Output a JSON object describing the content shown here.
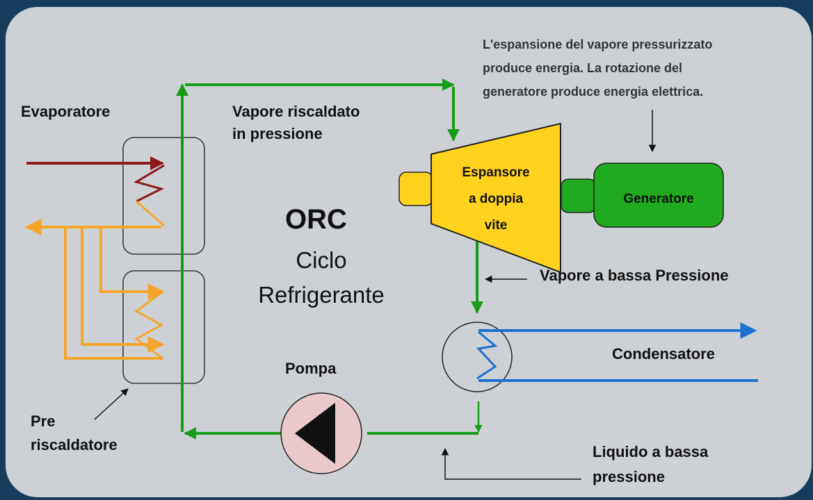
{
  "labels": {
    "evaporator": "Evaporatore",
    "preheater_line1": "Pre",
    "preheater_line2": "riscaldatore",
    "hot_vapor_line1": "Vapore riscaldato",
    "hot_vapor_line2": "in pressione",
    "orc_title": "ORC",
    "cycle_line1": "Ciclo",
    "cycle_line2": "Refrigerante",
    "expander_line1": "Espansore",
    "expander_line2": "a doppia",
    "expander_line3": "vite",
    "generator": "Generatore",
    "note_line1": "L'espansione del vapore pressurizzato",
    "note_line2": "produce energia. La rotazione del",
    "note_line3": "generatore produce energia elettrica.",
    "low_pressure_vapor": "Vapore a bassa Pressione",
    "condenser": "Condensatore",
    "pump": "Pompa",
    "low_pressure_liquid_line1": "Liquido a bassa",
    "low_pressure_liquid_line2": "pressione"
  },
  "colors": {
    "background": "#173d5c",
    "panel": "#cdd1d5",
    "refrigerant_loop": "#179c17",
    "heat_source_hot": "#8b1a1a",
    "heat_source_return": "#f5a52a",
    "cooling_water": "#1f6fd0",
    "expander": "#ffd21e",
    "generator": "#1faa1f",
    "pump": "#e9c9c9"
  },
  "icons": {
    "pump_symbol": "triangle-left-icon",
    "condenser_symbol": "coil-circle-icon"
  }
}
